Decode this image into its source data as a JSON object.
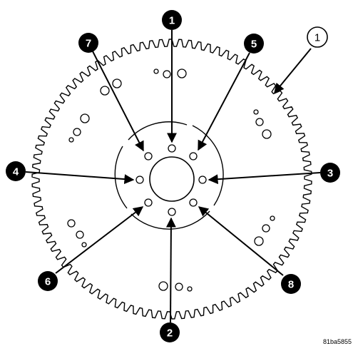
{
  "callouts": {
    "c1": "1",
    "c2": "2",
    "c3": "3",
    "c4": "4",
    "c5": "5",
    "c6": "6",
    "c7": "7",
    "c8": "8"
  },
  "part_callout": "1",
  "figure_reference": "81ba5855",
  "colors": {
    "ink": "#000000",
    "paper": "#ffffff"
  }
}
